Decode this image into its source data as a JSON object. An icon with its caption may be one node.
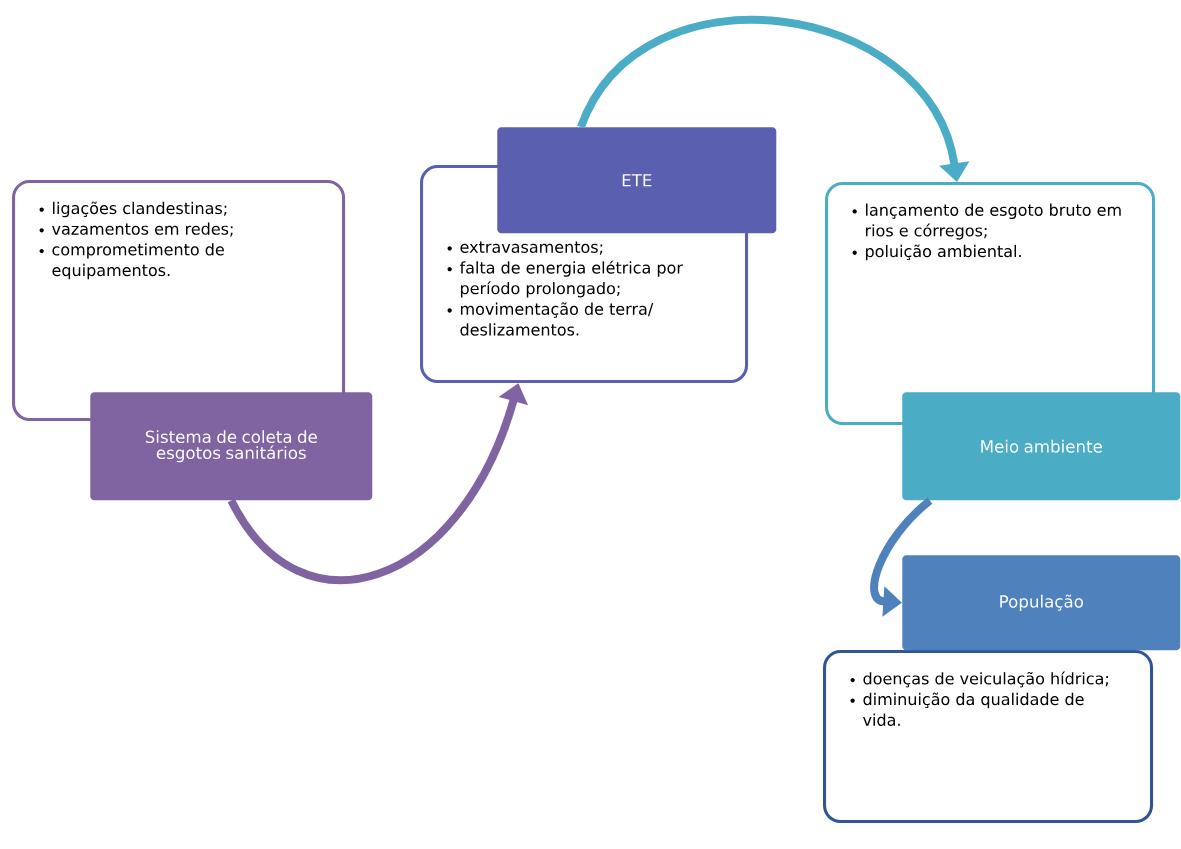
{
  "diagram": {
    "nodes": [
      {
        "text": [
          "ligações clandestinas;",
          "vazamentos em redes;",
          "comprometimento de equipamentos."
        ]
      },
      {
        "text": [
          "Sistema de coleta de esgotos sanitários"
        ]
      },
      {
        "text": [
          "ETE"
        ]
      },
      {
        "text": [
          "extravasamentos;",
          "falta de energia elétrica por período prolongado;",
          "movimentação de terra/ deslizamentos."
        ]
      },
      {
        "text": [
          "lançamento de esgoto bruto em rios e córregos;",
          "poluição ambiental."
        ]
      },
      {
        "text": [
          "Meio ambiente"
        ]
      },
      {
        "text": [
          "População"
        ]
      },
      {
        "text": [
          "doenças de veiculação hídrica;",
          "diminuição da qualidade de vida."
        ]
      }
    ],
    "edges": [
      {
        "from": 1,
        "to": 3,
        "arrow": "to",
        "color": "#8064a2"
      },
      {
        "from": 2,
        "to": 4,
        "arrow": "to",
        "color": "#4bacc6"
      },
      {
        "from": 5,
        "to": 6,
        "arrow": "to",
        "color": "#4f81bd"
      }
    ]
  }
}
